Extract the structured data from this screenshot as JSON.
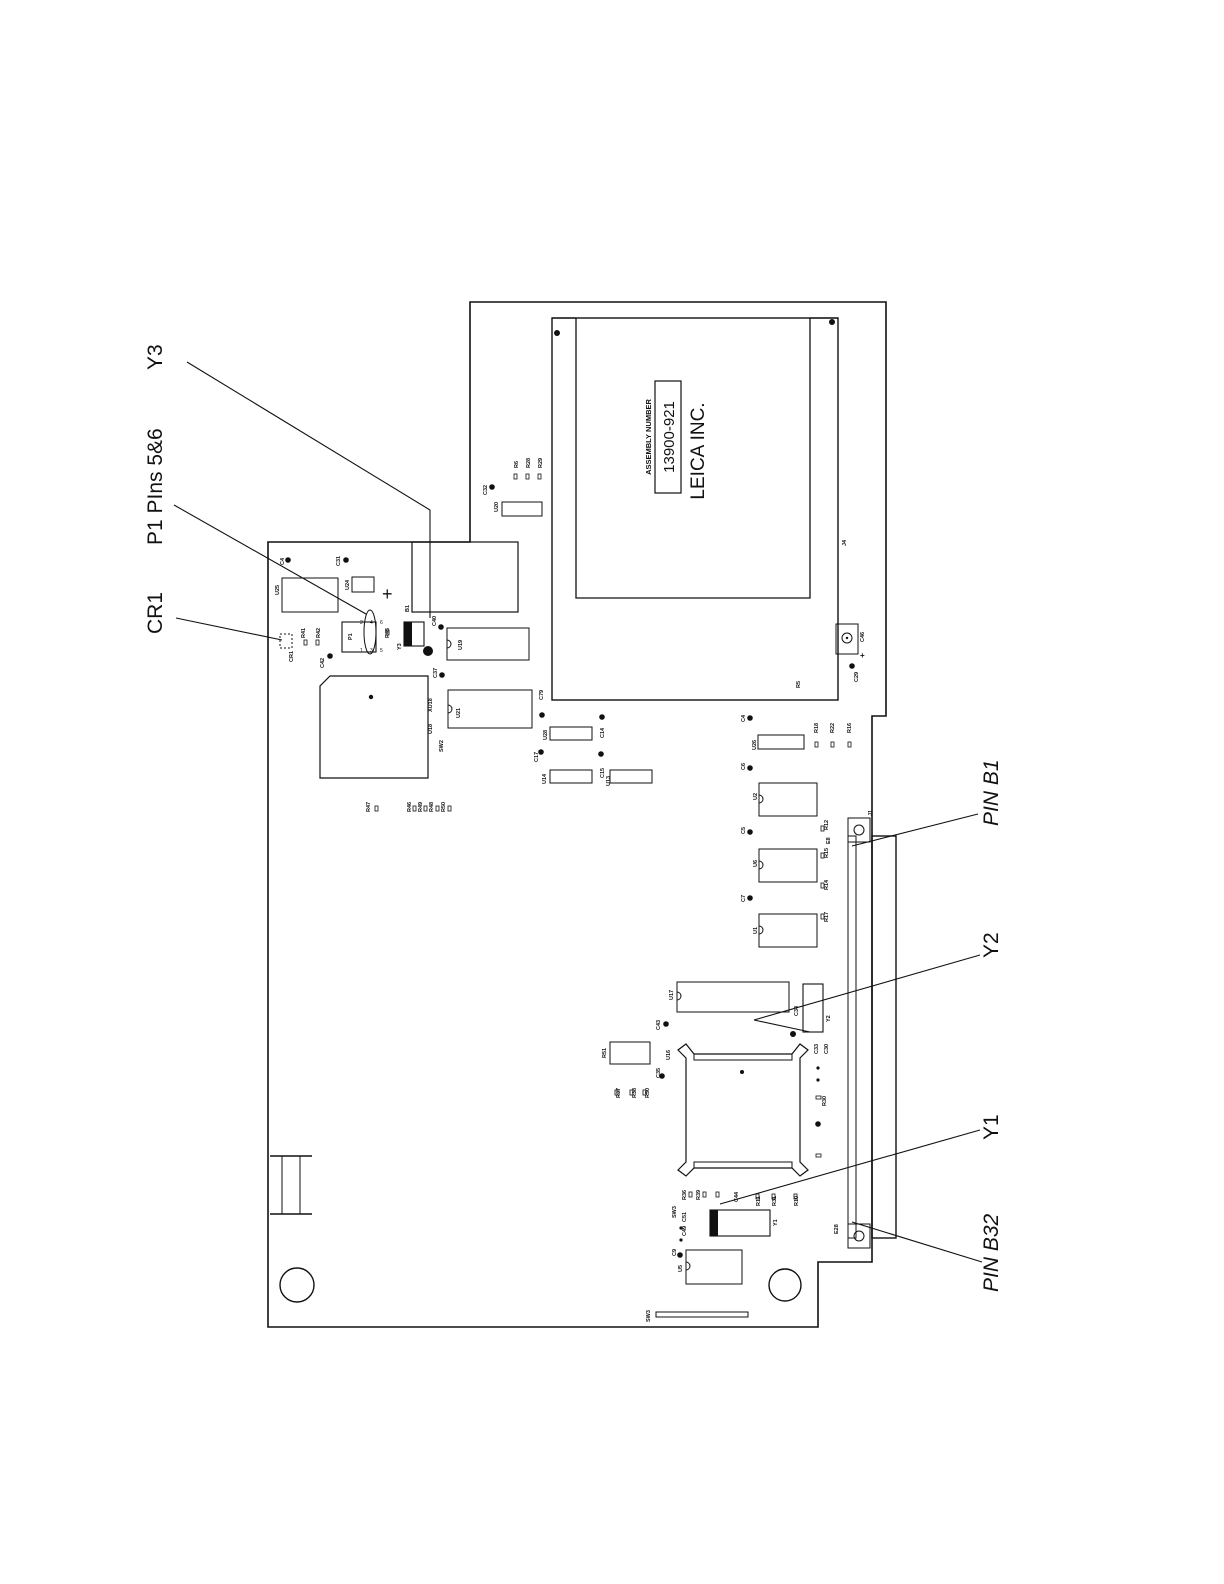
{
  "callouts": {
    "y3": "Y3",
    "p1_pins": "P1 PIns 5&6",
    "cr1": "CR1",
    "pin_b1": "PIN B1",
    "y2": "Y2",
    "y1": "Y1",
    "pin_b32": "PIN B32"
  },
  "label_box": {
    "heading": "ASSEMBLY NUMBER",
    "number": "13900-921",
    "company": "LEICA INC."
  },
  "refs": {
    "u20": "U20",
    "c32": "C32",
    "r6": "R6",
    "r28": "R28",
    "r29": "R29",
    "j4": "J4",
    "c46": "C46",
    "c29": "C29",
    "r5": "R5",
    "c4": "C4",
    "c31": "C31",
    "u25": "U25",
    "u24": "U24",
    "b1": "B1",
    "r41": "R41",
    "r42": "R42",
    "p1": "P1",
    "r45": "R45",
    "y3": "Y3",
    "c40": "C40",
    "u19": "U19",
    "cr1": "CR1",
    "c42": "C42",
    "c37": "C37",
    "u18": "U18",
    "xu18": "XU18",
    "sw2": "SW2",
    "u21": "U21",
    "c79": "C79",
    "u28": "U28",
    "c14": "C14",
    "c17": "C17",
    "c15": "C15",
    "u14": "U14",
    "u13": "U13",
    "r47": "R47",
    "r46": "R46",
    "r49": "R49",
    "r48": "R48",
    "r50": "R50",
    "c4b": "C4",
    "u26": "U26",
    "r18": "R18",
    "r22": "R22",
    "r16": "R16",
    "c6": "C6",
    "u2": "U2",
    "c5": "C5",
    "r12": "R12",
    "r15": "R15",
    "e8": "E8",
    "u6": "U6",
    "r14": "R14",
    "c7": "C7",
    "r17": "R17",
    "u1": "U1",
    "j1": "J1",
    "u17": "U17",
    "c34": "C34",
    "y2": "Y2",
    "c43": "C43",
    "r51": "R51",
    "u16": "U16",
    "c33": "C33",
    "c30": "C30",
    "r37": "R37",
    "r38": "R38",
    "r50b": "R50",
    "c35": "C35",
    "r30": "R30",
    "r36": "R36",
    "r39": "R39",
    "c44": "C44",
    "r11": "R11",
    "r31": "R31",
    "r10": "R10",
    "sw3": "SW3",
    "c51": "C51",
    "c49": "C49",
    "y1": "Y1",
    "c9": "C9",
    "u5": "U5",
    "e28": "E28",
    "sw3b": "SW3"
  }
}
